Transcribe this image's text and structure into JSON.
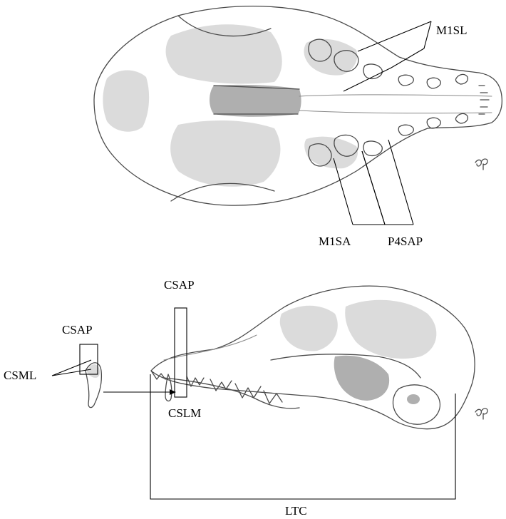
{
  "figure": {
    "labels": {
      "m1sl": "M1SL",
      "m1sa": "M1SA",
      "p4sap": "P4SAP",
      "csap_skull": "CSAP",
      "csap_tooth": "CSAP",
      "csml": "CSML",
      "cslm": "CSLM",
      "ltc": "LTC"
    },
    "colors": {
      "ink": "#4a4a4a",
      "measurement_line": "#000000",
      "background": "#ffffff"
    },
    "icons": {
      "artist_mark": "signature-mark"
    }
  }
}
